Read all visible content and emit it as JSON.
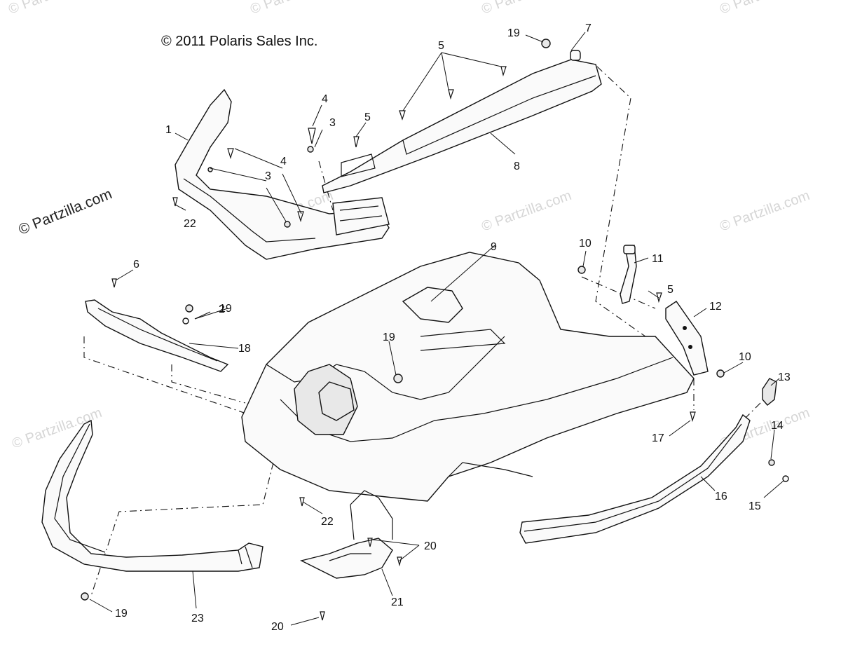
{
  "copyright": "© 2011 Polaris Sales Inc.",
  "watermark": "© Partzilla.com",
  "callouts": {
    "c1": "1",
    "c2": "2",
    "c3a": "3",
    "c3b": "3",
    "c4a": "4",
    "c4b": "4",
    "c5a": "5",
    "c5b": "5",
    "c5c": "5",
    "c6": "6",
    "c7": "7",
    "c8": "8",
    "c9": "9",
    "c10a": "10",
    "c10b": "10",
    "c11": "11",
    "c12": "12",
    "c13": "13",
    "c14": "14",
    "c15": "15",
    "c16": "16",
    "c17": "17",
    "c18": "18",
    "c19a": "19",
    "c19b": "19",
    "c19c": "19",
    "c19d": "19",
    "c20a": "20",
    "c20b": "20",
    "c21": "21",
    "c22a": "22",
    "c22b": "22",
    "c23": "23"
  }
}
